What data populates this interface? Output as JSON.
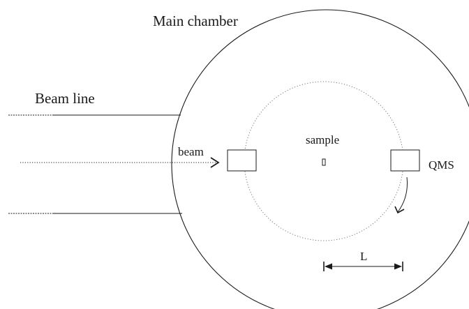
{
  "labels": {
    "main_chamber": "Main chamber",
    "beam_line": "Beam line",
    "beam": "beam",
    "sample": "sample",
    "qms": "QMS",
    "distance": "L"
  },
  "colors": {
    "stroke": "#1a1a1a",
    "rotation_path": "#777777",
    "background": "#ffffff"
  }
}
